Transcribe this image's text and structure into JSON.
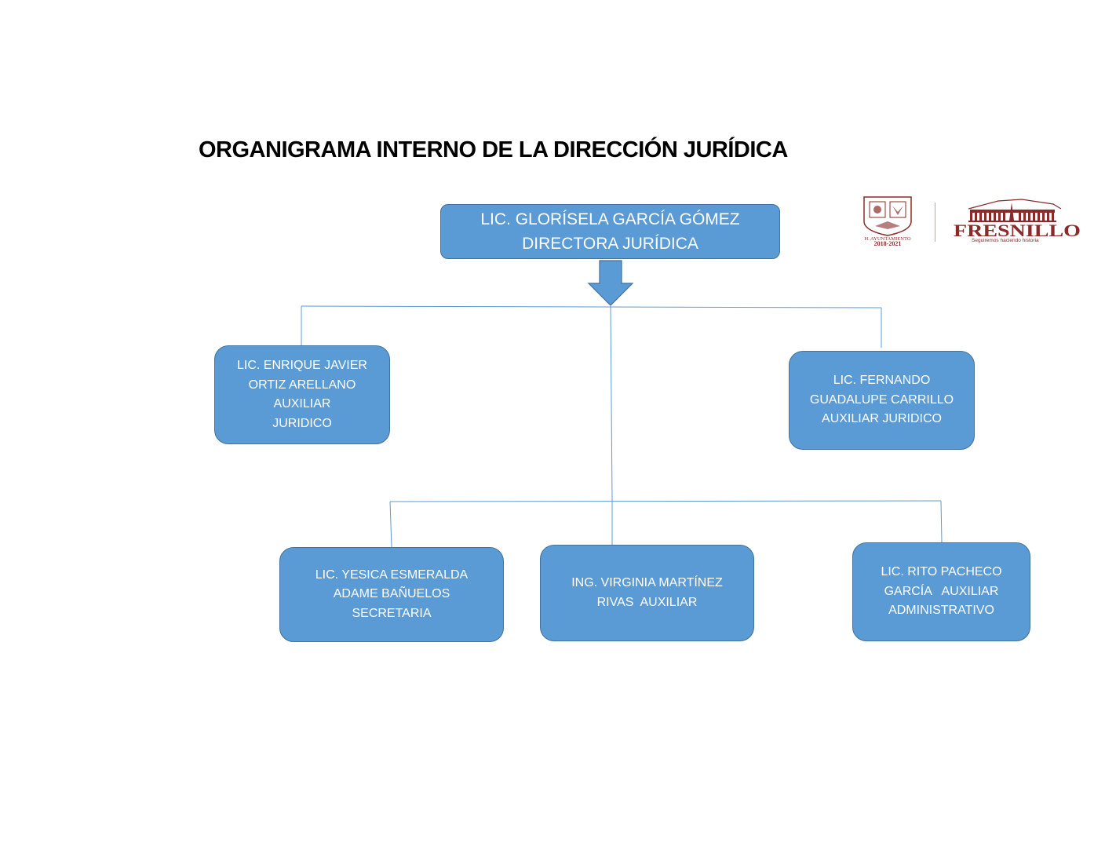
{
  "title": "ORGANIGRAMA INTERNO DE LA DIRECCIÓN JURÍDICA",
  "colors": {
    "box_fill": "#5b9bd5",
    "box_border": "#41719c",
    "connector": "#5b9bd5",
    "logo_maroon": "#8b2a2a"
  },
  "logos": {
    "seal_caption": "H. AYUNTAMIENTO",
    "seal_years": "2018-2021",
    "city_name": "FRESNILLO",
    "city_slogan": "Seguiremos haciendo historia"
  },
  "director": {
    "lines": [
      "LIC. GLORÍSELA GARCÍA GÓMEZ",
      "DIRECTORA JURÍDICA"
    ]
  },
  "level2": [
    {
      "lines": [
        "LIC. ENRIQUE JAVIER",
        "ORTIZ ARELLANO",
        "AUXILIAR",
        "JURIDICO"
      ]
    },
    {
      "lines": [
        "LIC. FERNANDO",
        "GUADALUPE CARRILLO",
        "AUXILIAR JURIDICO"
      ]
    }
  ],
  "level3": [
    {
      "lines": [
        "LIC. YESICA ESMERALDA",
        "ADAME BAÑUELOS",
        "SECRETARIA"
      ]
    },
    {
      "lines": [
        "ING. VIRGINIA MARTÍNEZ",
        "RIVAS  AUXILIAR"
      ]
    },
    {
      "lines": [
        "LIC. RITO PACHECO",
        "GARCÍA   AUXILIAR",
        "ADMINISTRATIVO"
      ]
    }
  ]
}
